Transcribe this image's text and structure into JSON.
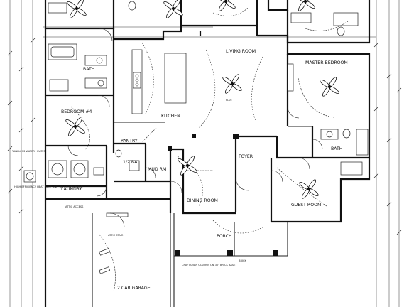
{
  "rooms": {
    "living_room": "LIVING ROOM",
    "master_bedroom": "MASTER BEDROOM",
    "bath_left": "BATH",
    "bedroom4": "BEDROOM #4",
    "kitchen": "KITCHEN",
    "pantry": "PANTRY",
    "half_bath": "1/2 BA",
    "mud_rm": "MUD RM",
    "laundry": "LAUNDRY",
    "foyer": "FOYER",
    "dining_room": "DINING ROOM",
    "guest_room": "GUEST ROOM",
    "bath_right": "BATH",
    "porch": "PORCH",
    "garage": "2 CAR GARAGE"
  },
  "notes": {
    "water_heater": "TANKLESS WATER HEATER",
    "heat_pump": "HIGH EFFICIENCY HEAT PUMP UNIT ON EXTERIOR PAD",
    "attic_access": "ATTIC ACCESS",
    "attic_stair": "ATTIC STAIR",
    "column": "CRAFTSMAN COLUMN ON 30\" BRICK BASE",
    "brick": "BRICK",
    "flue": "FLUE"
  },
  "colors": {
    "line": "#111111",
    "background": "#ffffff"
  }
}
